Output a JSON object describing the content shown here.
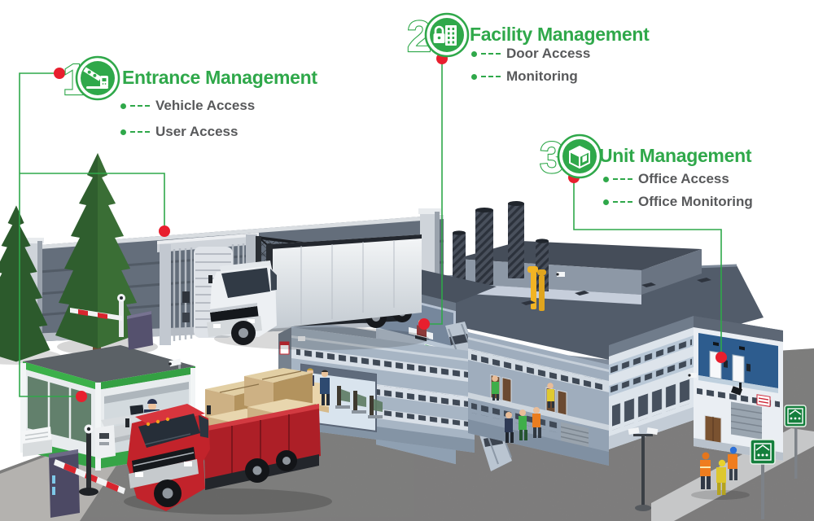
{
  "palette": {
    "brand_green": "#2fa84a",
    "marker_red": "#e81f2e",
    "label_gray": "#58595b"
  },
  "sections": [
    {
      "number": "1",
      "title": "Entrance Management",
      "icon": "barrier-gate-icon",
      "items": [
        "Vehicle Access",
        "User Access"
      ]
    },
    {
      "number": "2",
      "title": "Facility Management",
      "icon": "building-lock-icon",
      "items": [
        "Door Access",
        "Monitoring"
      ]
    },
    {
      "number": "3",
      "title": "Unit Management",
      "icon": "unit-box-icon",
      "items": [
        "Office Access",
        "Office Monitoring"
      ]
    }
  ],
  "illustration": {
    "depicts": [
      "perimeter fence with turnstile and vehicle gate",
      "white box truck",
      "green security guard house with guard",
      "barrier gates",
      "red cargo truck with boxes",
      "factory building with reception, control room and office cutaways",
      "unit office block with door-access cutaway",
      "workers",
      "CCTV poles",
      "assembly point signs"
    ]
  }
}
